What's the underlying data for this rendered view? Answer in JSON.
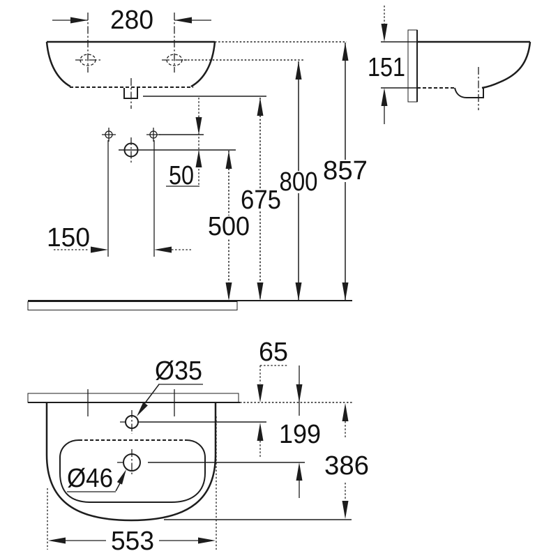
{
  "drawing": {
    "front_view": {
      "tap_hole_spacing": "280",
      "fixing_hole_spacing": "150",
      "trap_offset": "50",
      "trap_height": "500",
      "basin_bottom_height": "675",
      "tap_height": "800",
      "rim_height": "857"
    },
    "side_view": {
      "rim_to_bottom": "151"
    },
    "plan_view": {
      "tap_hole_dia": "Ø35",
      "drain_dia": "Ø46",
      "tap_hole_offset": "65",
      "drain_offset": "199",
      "basin_depth": "386",
      "basin_width": "553"
    }
  }
}
